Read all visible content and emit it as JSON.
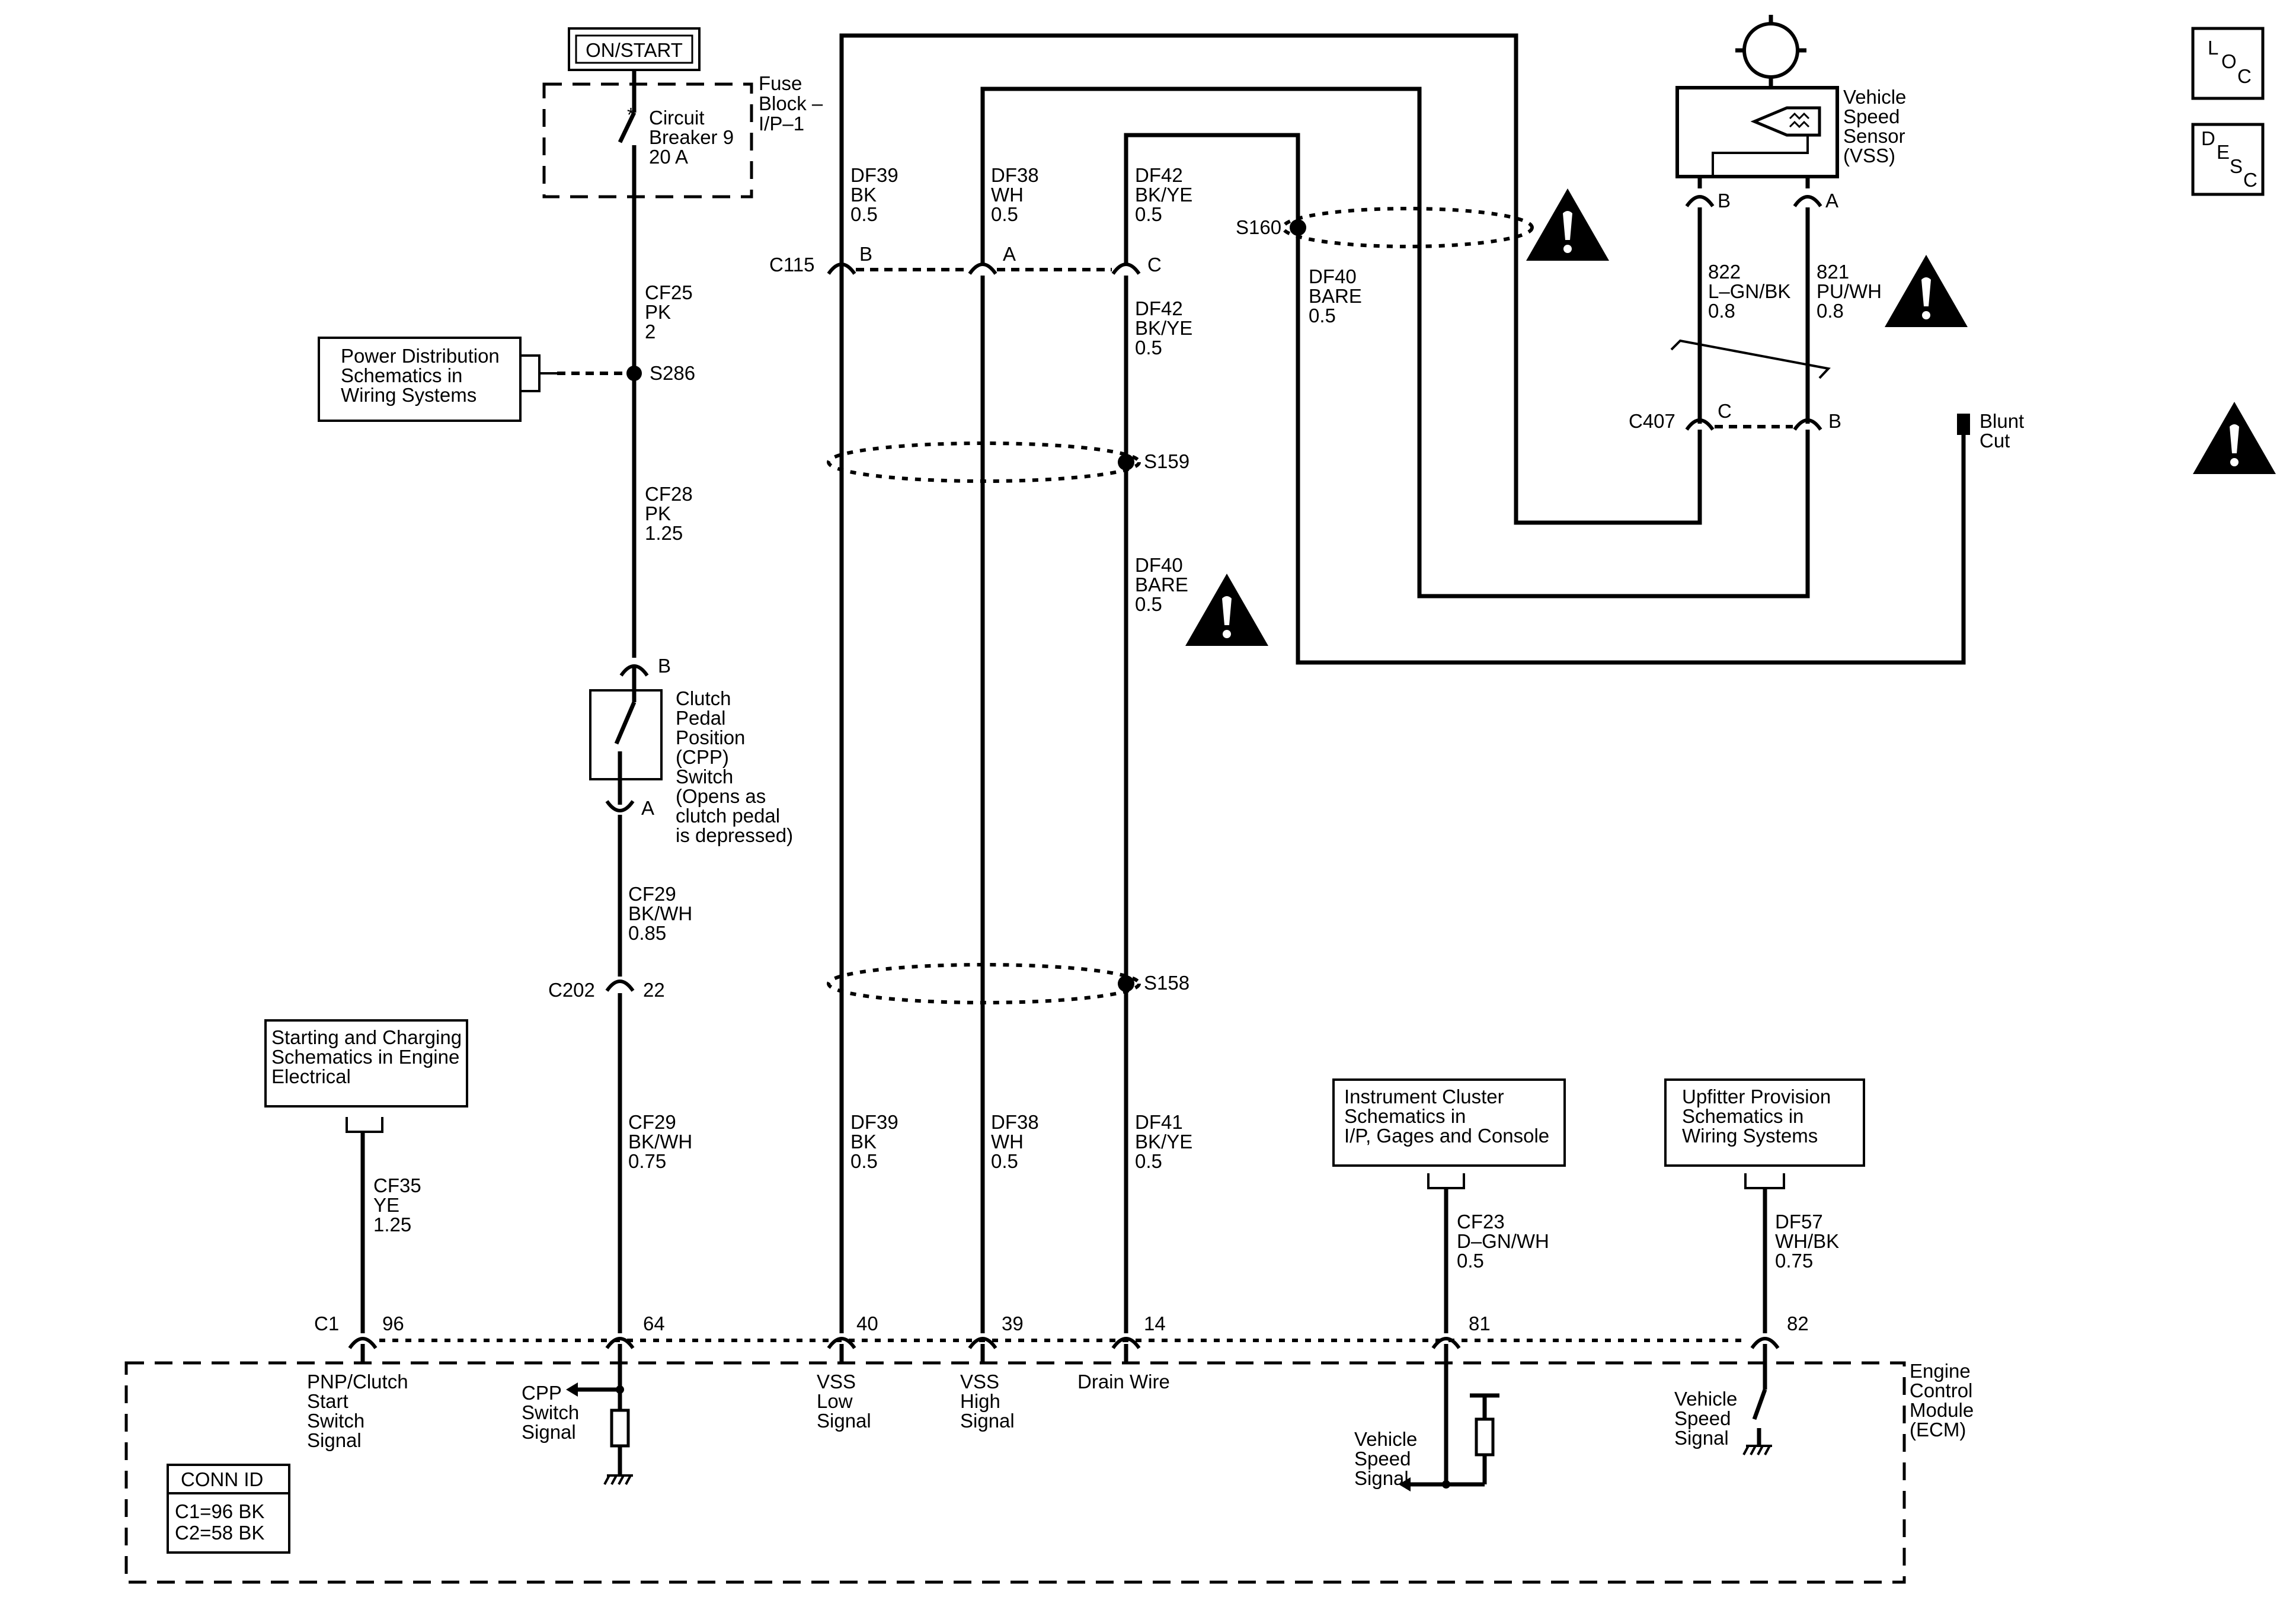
{
  "power": {
    "on_start": "ON/START",
    "fuse_block": [
      "Fuse",
      "Block –",
      "I/P–1"
    ],
    "breaker": [
      "Circuit",
      "Breaker 9",
      "20 A"
    ]
  },
  "references": {
    "power_distribution": [
      "Power Distribution",
      "Schematics in",
      "Wiring Systems"
    ],
    "starting_charging": [
      "Starting and Charging",
      "Schematics in Engine",
      "Electrical"
    ],
    "instrument_cluster": [
      "Instrument Cluster",
      "Schematics in",
      "I/P, Gages and Console"
    ],
    "upfitter": [
      "Upfitter Provision",
      "Schematics in",
      "Wiring Systems"
    ]
  },
  "wires": {
    "cf25": [
      "CF25",
      "PK",
      "2"
    ],
    "cf28": [
      "CF28",
      "PK",
      "1.25"
    ],
    "cf29_upper": [
      "CF29",
      "BK/WH",
      "0.85"
    ],
    "cf29_lower": [
      "CF29",
      "BK/WH",
      "0.75"
    ],
    "cf35": [
      "CF35",
      "YE",
      "1.25"
    ],
    "df39_upper": [
      "DF39",
      "BK",
      "0.5"
    ],
    "df38_upper": [
      "DF38",
      "WH",
      "0.5"
    ],
    "df42_upper": [
      "DF42",
      "BK/YE",
      "0.5"
    ],
    "df42_lower": [
      "DF42",
      "BK/YE",
      "0.5"
    ],
    "df40_right": [
      "DF40",
      "BARE",
      "0.5"
    ],
    "df40_mid": [
      "DF40",
      "BARE",
      "0.5"
    ],
    "df39_lower": [
      "DF39",
      "BK",
      "0.5"
    ],
    "df38_lower": [
      "DF38",
      "WH",
      "0.5"
    ],
    "df41": [
      "DF41",
      "BK/YE",
      "0.5"
    ],
    "w822": [
      "822",
      "L–GN/BK",
      "0.8"
    ],
    "w821": [
      "821",
      "PU/WH",
      "0.8"
    ],
    "cf23": [
      "CF23",
      "D–GN/WH",
      "0.5"
    ],
    "df57": [
      "DF57",
      "WH/BK",
      "0.75"
    ]
  },
  "splices": {
    "s286": "S286",
    "s159": "S159",
    "s158": "S158",
    "s160": "S160"
  },
  "connectors": {
    "c115": "C115",
    "c115_b": "B",
    "c115_a": "A",
    "c115_c": "C",
    "c202": "C202",
    "c202_pin": "22",
    "c407": "C407",
    "c407_c": "C",
    "c407_b": "B",
    "cpp_b": "B",
    "cpp_a": "A",
    "vss_b": "B",
    "vss_a": "A",
    "c1": "C1"
  },
  "components": {
    "cpp_switch": [
      "Clutch",
      "Pedal",
      "Position",
      "(CPP)",
      "Switch",
      "(Opens as",
      "clutch pedal",
      "is depressed)"
    ],
    "vss": [
      "Vehicle",
      "Speed",
      "Sensor",
      "(VSS)"
    ],
    "blunt_cut": [
      "Blunt",
      "Cut"
    ]
  },
  "ecm": {
    "name": [
      "Engine",
      "Control",
      "Module",
      "(ECM)"
    ],
    "pins": [
      "96",
      "64",
      "40",
      "39",
      "14",
      "81",
      "82"
    ],
    "pnp_clutch": [
      "PNP/Clutch",
      "Start",
      "Switch",
      "Signal"
    ],
    "cpp_signal": [
      "CPP",
      "Switch",
      "Signal"
    ],
    "vss_low": [
      "VSS",
      "Low",
      "Signal"
    ],
    "vss_high": [
      "VSS",
      "High",
      "Signal"
    ],
    "drain": "Drain Wire",
    "vehicle_speed_out": [
      "Vehicle",
      "Speed",
      "Signal"
    ],
    "vehicle_speed_upfit": [
      "Vehicle",
      "Speed",
      "Signal"
    ],
    "conn_id_title": "CONN ID",
    "conn_id_lines": [
      "C1=96 BK",
      "C2=58 BK"
    ]
  },
  "side_buttons": {
    "loc": [
      "L",
      "O",
      "C"
    ],
    "desc": [
      "D",
      "E",
      "S",
      "C"
    ]
  }
}
